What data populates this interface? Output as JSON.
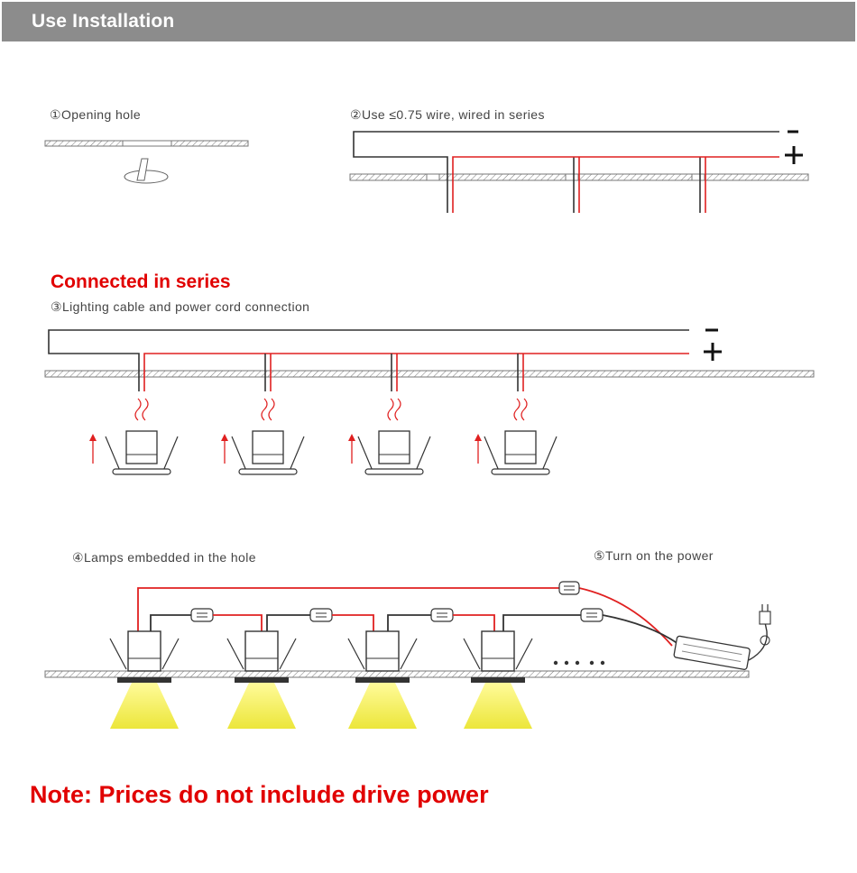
{
  "header": {
    "title": "Use Installation"
  },
  "steps": {
    "step1": "①Opening hole",
    "step2": "②Use ≤0.75 wire, wired in series",
    "step3": "③Lighting cable and power cord connection",
    "step4": "④Lamps embedded in the hole",
    "step5": "⑤Turn on the power"
  },
  "connected_heading": "Connected in series",
  "polarity": {
    "negative": "-",
    "positive": "+"
  },
  "note": "Note: Prices do not include drive power",
  "colors": {
    "header_bg": "#8c8c8c",
    "accent_red": "#e10000",
    "wire_red": "#e02020",
    "wire_dark": "#333333",
    "light_beam": "#f2ee3a"
  },
  "icons": [
    "lamp-icon",
    "connector-icon",
    "driver-icon",
    "plug-icon",
    "arrow-up-icon",
    "light-beam-icon"
  ]
}
